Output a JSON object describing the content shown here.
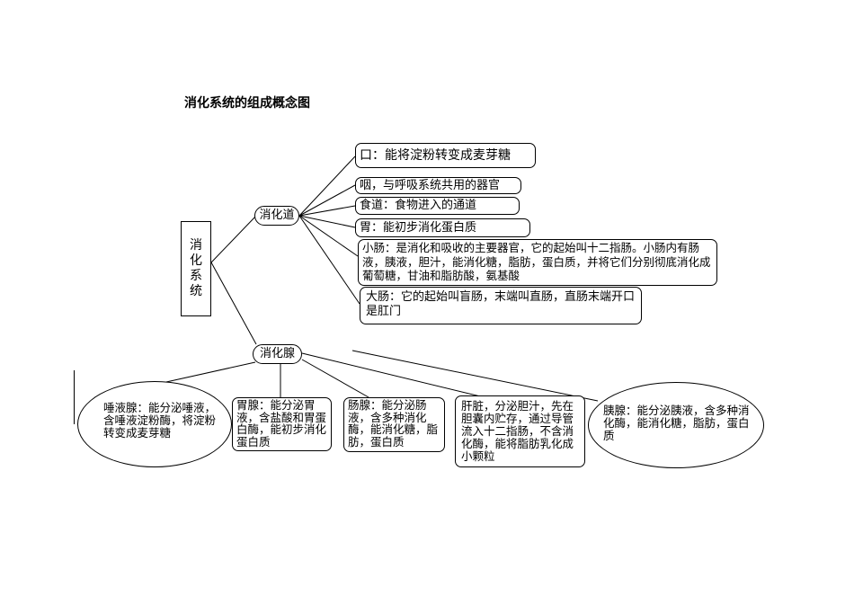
{
  "title": "消化系统的组成概念图",
  "root": {
    "label": "消化系统",
    "chars": [
      "消",
      "化",
      "系",
      "统"
    ]
  },
  "digestive_tract": {
    "label": "消化道",
    "organs": [
      {
        "text": "口：能将淀粉转变成麦芽糖"
      },
      {
        "text": "咽，与呼吸系统共用的器官"
      },
      {
        "text": "食道：食物进入的通道"
      },
      {
        "text": "胃：能初步消化蛋白质"
      },
      {
        "text": "小肠：是消化和吸收的主要器官，它的起始叫十二指肠。小肠内有肠液，胰液，胆汁，能消化糖，脂肪，蛋白质，并将它们分别彻底消化成葡萄糖，甘油和脂肪酸，氨基酸"
      },
      {
        "text": "大肠：它的起始叫盲肠，末端叫直肠，直肠末端开口是肛门"
      }
    ]
  },
  "digestive_glands": {
    "label": "消化腺",
    "glands": [
      {
        "text": "唾液腺：能分泌唾液，含唾液淀粉酶，将淀粉转变成麦芽糖"
      },
      {
        "text": "胃腺：能分泌胃液，含盐酸和胃蛋白酶，能初步消化蛋白质"
      },
      {
        "text": "肠腺：能分泌肠液，含多种消化酶，能消化糖，脂肪，蛋白质"
      },
      {
        "text": "肝脏，分泌胆汁，先在胆囊内贮存，通过导管流入十二指肠，不含消化酶，能将脂肪乳化成小颗粒"
      },
      {
        "text": "胰腺：能分泌胰液，含多种消化酶，能消化糖，脂肪，蛋白质"
      }
    ]
  }
}
